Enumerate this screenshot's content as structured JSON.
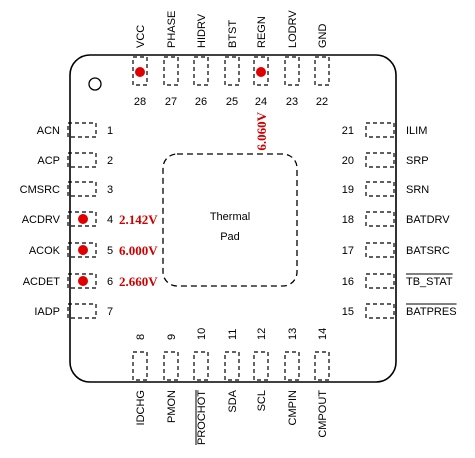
{
  "chip": {
    "thermal_pad": [
      "Thermal",
      "Pad"
    ]
  },
  "pins": {
    "left": [
      {
        "num": "1",
        "name": "ACN"
      },
      {
        "num": "2",
        "name": "ACP"
      },
      {
        "num": "3",
        "name": "CMSRC"
      },
      {
        "num": "4",
        "name": "ACDRV",
        "probe": true,
        "voltage": "2.142V"
      },
      {
        "num": "5",
        "name": "ACOK",
        "probe": true,
        "voltage": "6.000V"
      },
      {
        "num": "6",
        "name": "ACDET",
        "probe": true,
        "voltage": "2.660V"
      },
      {
        "num": "7",
        "name": "IADP"
      }
    ],
    "right": [
      {
        "num": "21",
        "name": "ILIM"
      },
      {
        "num": "20",
        "name": "SRP"
      },
      {
        "num": "19",
        "name": "SRN"
      },
      {
        "num": "18",
        "name": "BATDRV"
      },
      {
        "num": "17",
        "name": "BATSRC"
      },
      {
        "num": "16",
        "name": "TB_STAT",
        "overline": true
      },
      {
        "num": "15",
        "name": "BATPRES",
        "overline": true
      }
    ],
    "top": [
      {
        "num": "28",
        "name": "VCC",
        "probe": true
      },
      {
        "num": "27",
        "name": "PHASE"
      },
      {
        "num": "26",
        "name": "HIDRV"
      },
      {
        "num": "25",
        "name": "BTST"
      },
      {
        "num": "24",
        "name": "REGN",
        "probe": true,
        "voltage": "6.060V"
      },
      {
        "num": "23",
        "name": "LODRV"
      },
      {
        "num": "22",
        "name": "GND"
      }
    ],
    "bottom": [
      {
        "num": "8",
        "name": "IDCHG"
      },
      {
        "num": "9",
        "name": "PMON"
      },
      {
        "num": "10",
        "name": "PROCHOT",
        "overline": true
      },
      {
        "num": "11",
        "name": "SDA"
      },
      {
        "num": "12",
        "name": "SCL"
      },
      {
        "num": "13",
        "name": "CMPIN"
      },
      {
        "num": "14",
        "name": "CMPOUT"
      }
    ]
  },
  "colors": {
    "probe_dot": "#e00000",
    "voltage_text": "#cc0000",
    "outline": "#000000"
  }
}
